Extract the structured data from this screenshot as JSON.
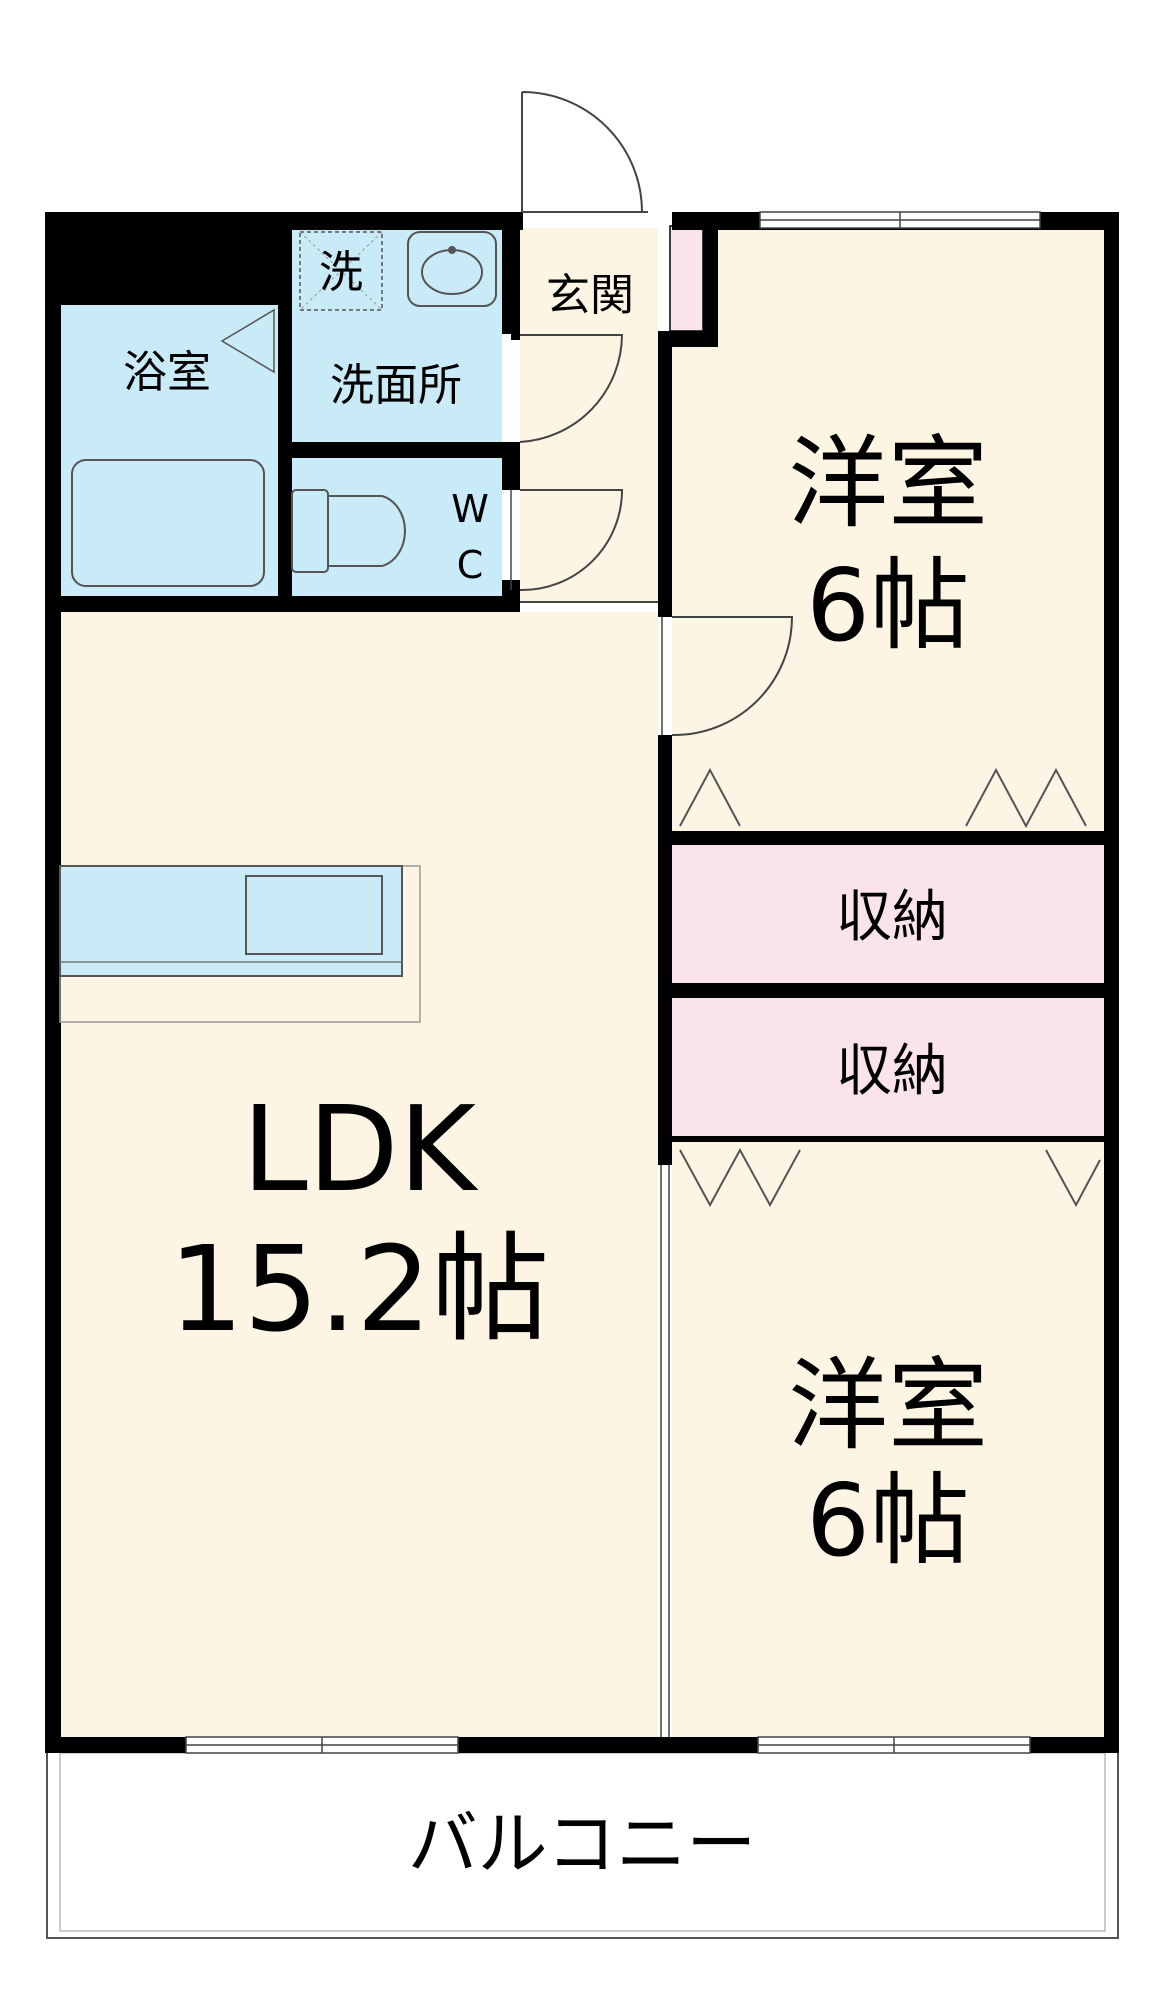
{
  "rooms": {
    "western_room_top": {
      "name": "洋室",
      "size": "6帖"
    },
    "western_room_bottom": {
      "name": "洋室",
      "size": "6帖"
    },
    "ldk": {
      "name": "LDK",
      "size": "15.2帖"
    },
    "storage_top": "収納",
    "storage_bottom": "収納",
    "bathroom": "浴室",
    "washroom": "洗面所",
    "washer": "洗",
    "entrance": "玄関",
    "toilet_w": "W",
    "toilet_c": "C",
    "balcony": "バルコニー"
  },
  "colors": {
    "wall": "#000000",
    "living_floor": "#fdf5e4",
    "wet_area": "#c9eaf7",
    "storage": "#fbe3ec"
  }
}
